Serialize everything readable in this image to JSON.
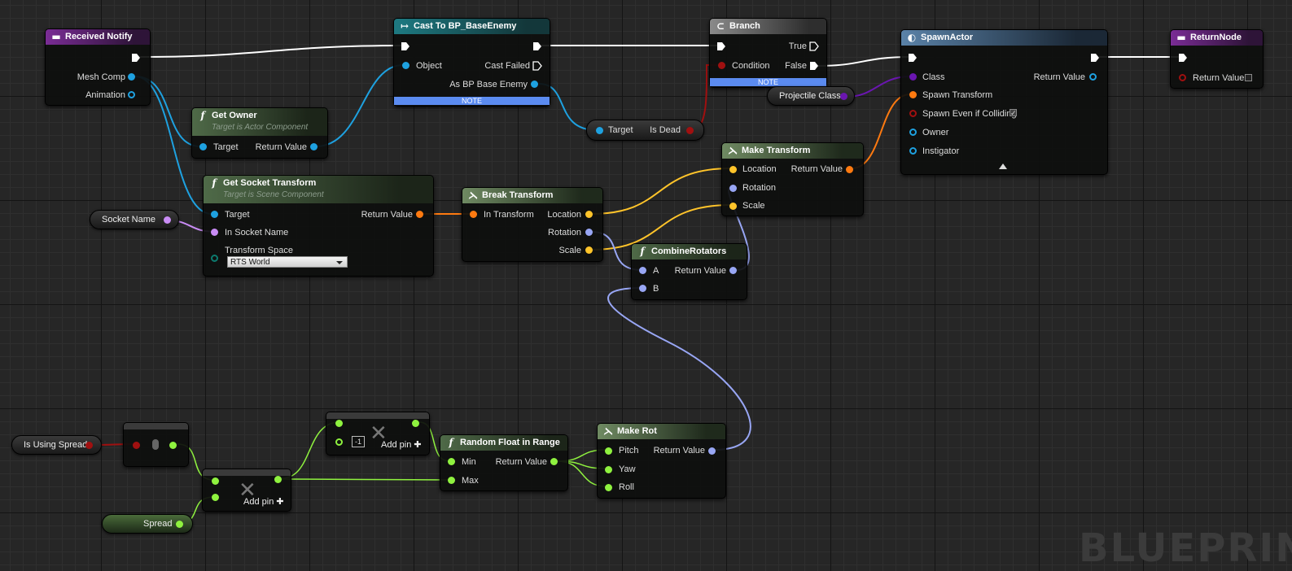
{
  "nodes": {
    "received_notify": {
      "title": "Received Notify",
      "pins": {
        "mesh_comp": "Mesh Comp",
        "animation": "Animation"
      }
    },
    "cast": {
      "title": "Cast To BP_BaseEnemy",
      "pins": {
        "object": "Object",
        "cast_failed": "Cast Failed",
        "as_enemy": "As BP Base Enemy"
      },
      "note": "NOTE"
    },
    "branch": {
      "title": "Branch",
      "pins": {
        "true": "True",
        "false": "False",
        "condition": "Condition"
      },
      "note": "NOTE"
    },
    "spawn_actor": {
      "title": "SpawnActor",
      "pins": {
        "class": "Class",
        "return_value": "Return Value",
        "spawn_transform": "Spawn Transform",
        "spawn_even": "Spawn Even if Colliding",
        "owner": "Owner",
        "instigator": "Instigator"
      }
    },
    "return_node": {
      "title": "ReturnNode",
      "pins": {
        "return_value": "Return Value"
      }
    },
    "get_owner": {
      "title": "Get Owner",
      "subtitle": "Target is Actor Component",
      "pins": {
        "target": "Target",
        "return_value": "Return Value"
      }
    },
    "is_dead": {
      "pins": {
        "target": "Target",
        "is_dead": "Is Dead"
      }
    },
    "projectile_class": {
      "label": "Projectile Class"
    },
    "make_transform": {
      "title": "Make Transform",
      "pins": {
        "location": "Location",
        "return_value": "Return Value",
        "rotation": "Rotation",
        "scale": "Scale"
      }
    },
    "get_socket_transform": {
      "title": "Get Socket Transform",
      "subtitle": "Target is Scene Component",
      "pins": {
        "target": "Target",
        "return_value": "Return Value",
        "in_socket": "In Socket Name",
        "transform_space": "Transform Space"
      },
      "space_value": "RTS World"
    },
    "socket_name": {
      "label": "Socket Name"
    },
    "break_transform": {
      "title": "Break Transform",
      "pins": {
        "in_transform": "In Transform",
        "location": "Location",
        "rotation": "Rotation",
        "scale": "Scale"
      }
    },
    "combine_rotators": {
      "title": "CombineRotators",
      "pins": {
        "a": "A",
        "return_value": "Return Value",
        "b": "B"
      }
    },
    "is_using_spread": {
      "label": "Is Using Spread"
    },
    "multiply_top": {
      "value": "-1",
      "add_pin": "Add pin"
    },
    "multiply_bottom": {
      "add_pin": "Add pin"
    },
    "spread": {
      "label": "Spread"
    },
    "random_float": {
      "title": "Random Float in Range",
      "pins": {
        "min": "Min",
        "return_value": "Return Value",
        "max": "Max"
      }
    },
    "make_rot": {
      "title": "Make Rot",
      "pins": {
        "pitch": "Pitch",
        "return_value": "Return Value",
        "yaw": "Yaw",
        "roll": "Roll"
      }
    }
  },
  "watermark": "BLUEPRIN",
  "colors": {
    "exec": "#ffffff",
    "object": "#1ea1e0",
    "struct_transform": "#ff7a10",
    "vector": "#ffc42a",
    "rotator": "#98a6f4",
    "name": "#c98cf5",
    "bool": "#a01010",
    "float": "#8ff23f",
    "class": "#6a16b0"
  }
}
